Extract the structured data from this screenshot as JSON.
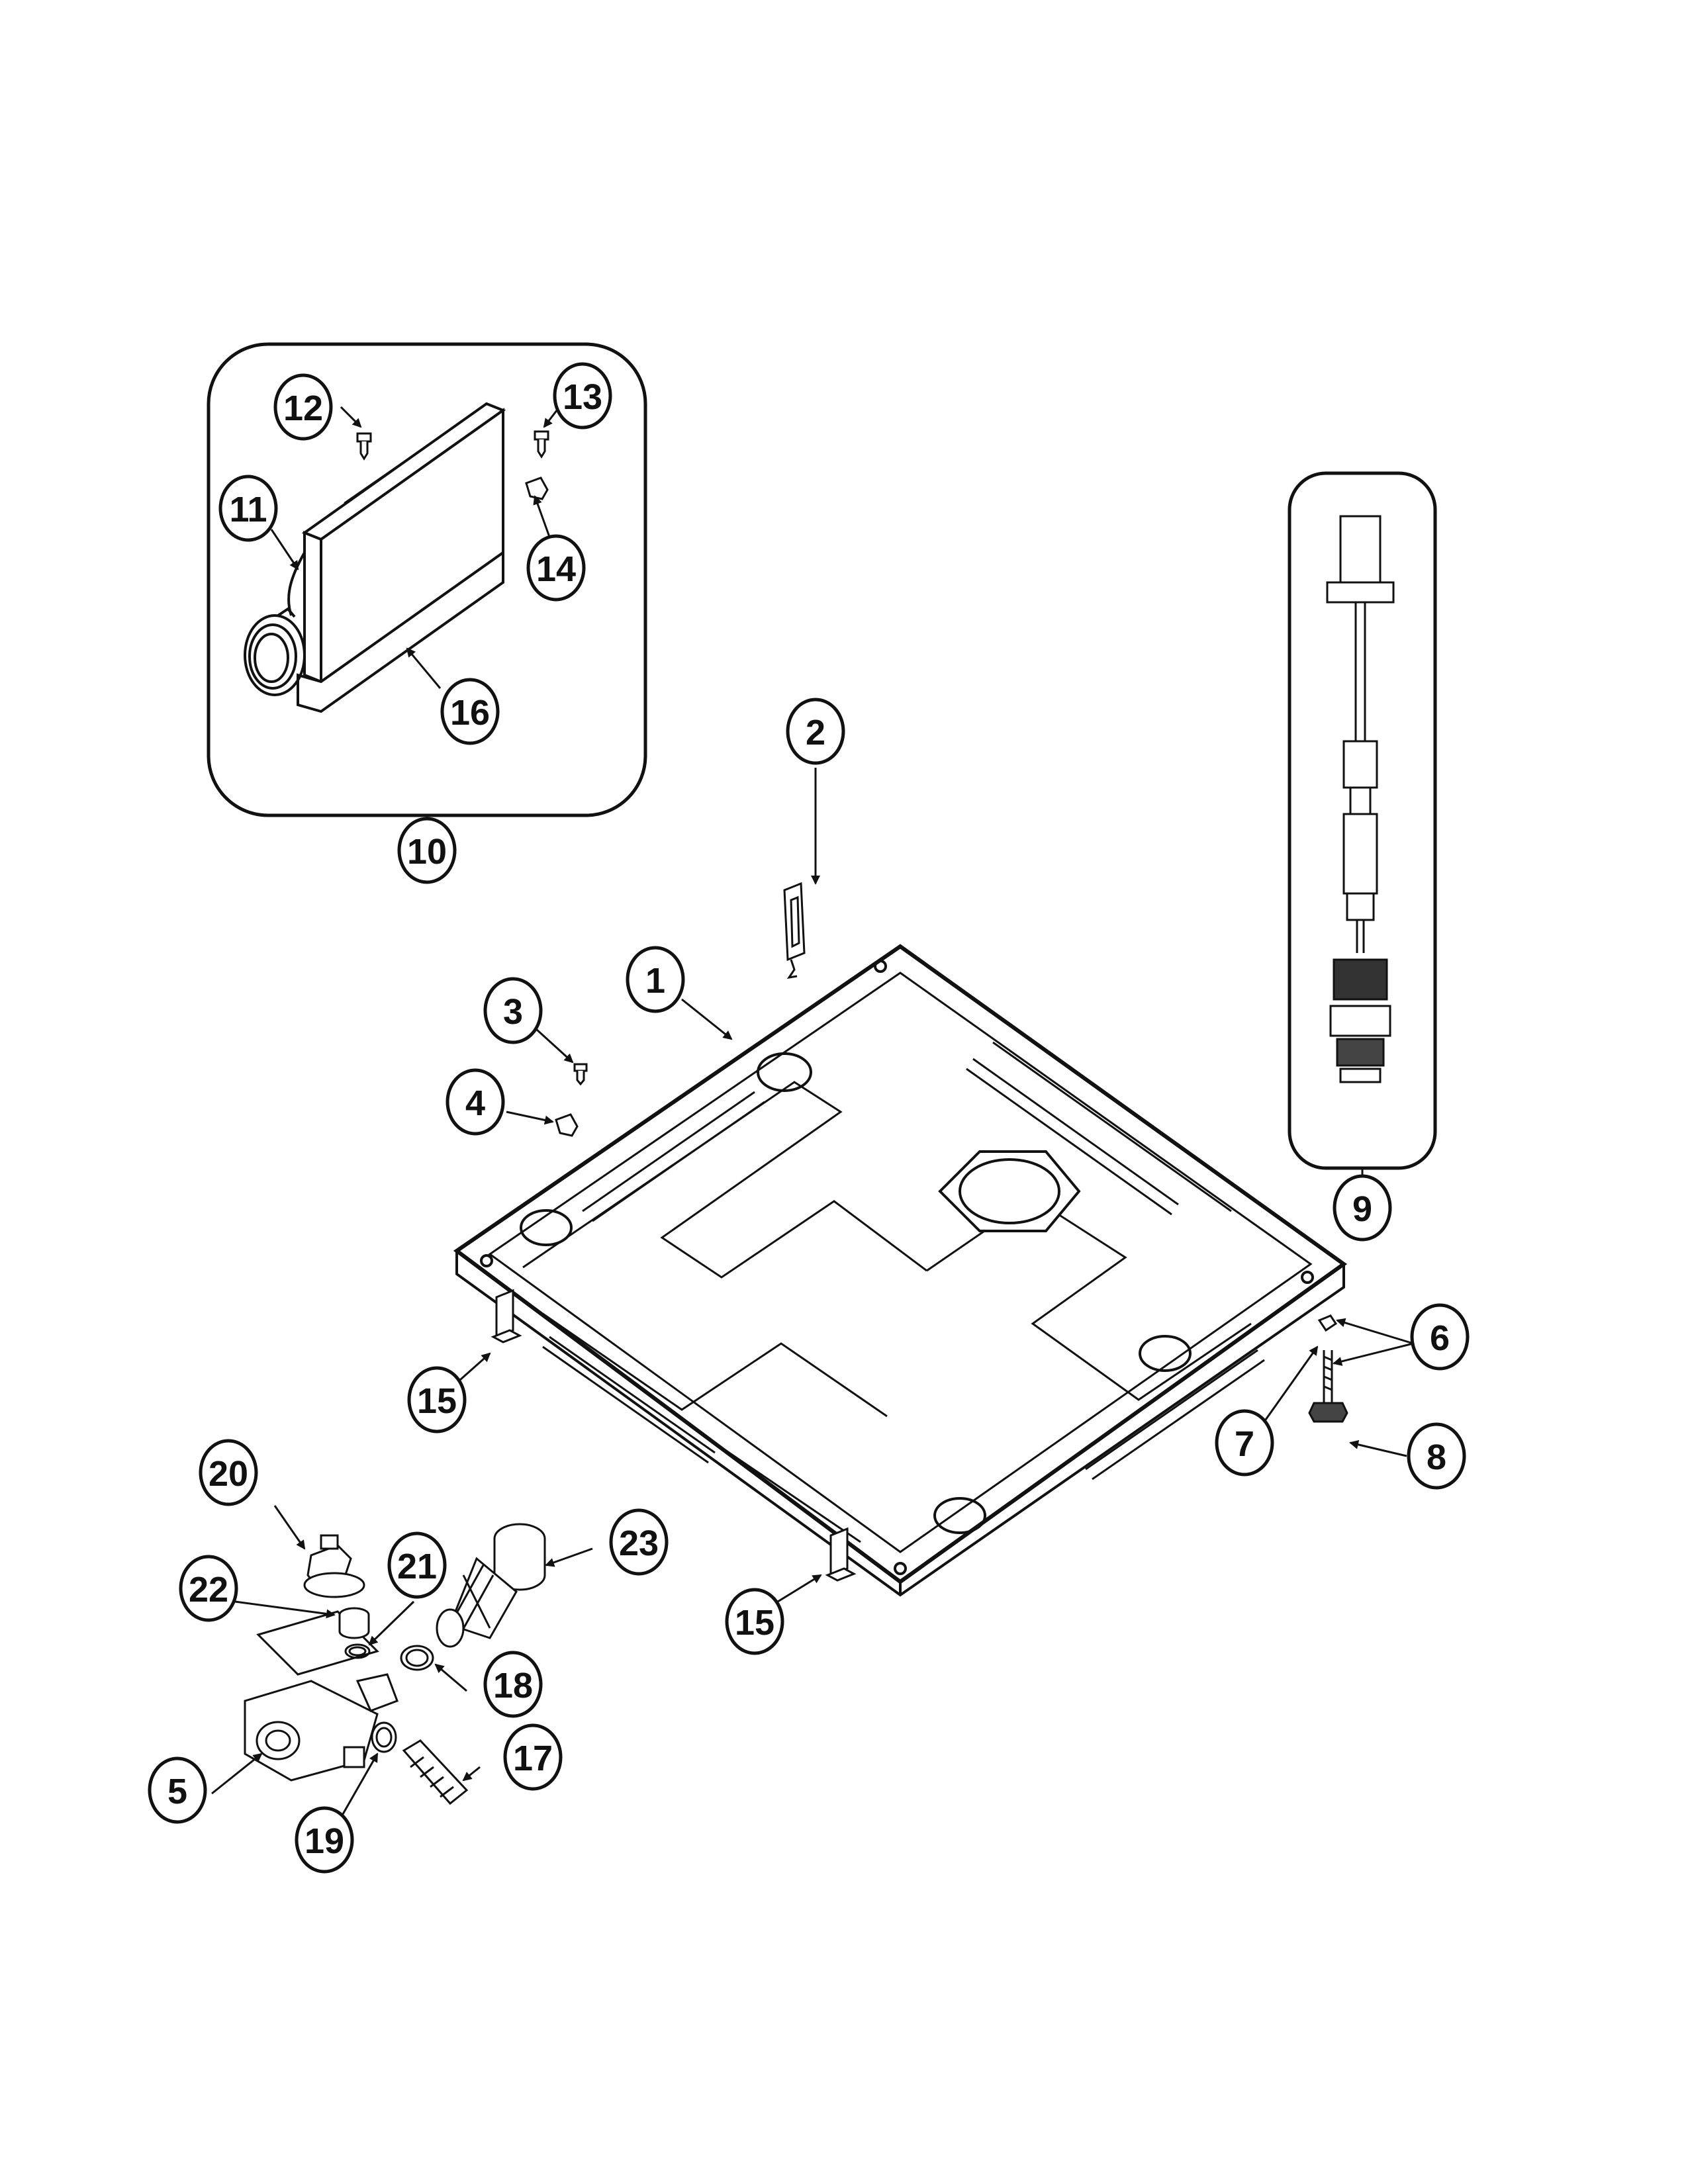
{
  "diagram": {
    "line_color": "#111111",
    "background_color": "#ffffff",
    "callouts": {
      "c1": "1",
      "c2": "2",
      "c3": "3",
      "c4": "4",
      "c5": "5",
      "c6": "6",
      "c7": "7",
      "c8": "8",
      "c9": "9",
      "c10": "10",
      "c11": "11",
      "c12": "12",
      "c13": "13",
      "c14": "14",
      "c15a": "15",
      "c15b": "15",
      "c16": "16",
      "c17": "17",
      "c18": "18",
      "c19": "19",
      "c20": "20",
      "c21": "21",
      "c22": "22",
      "c23": "23"
    }
  }
}
